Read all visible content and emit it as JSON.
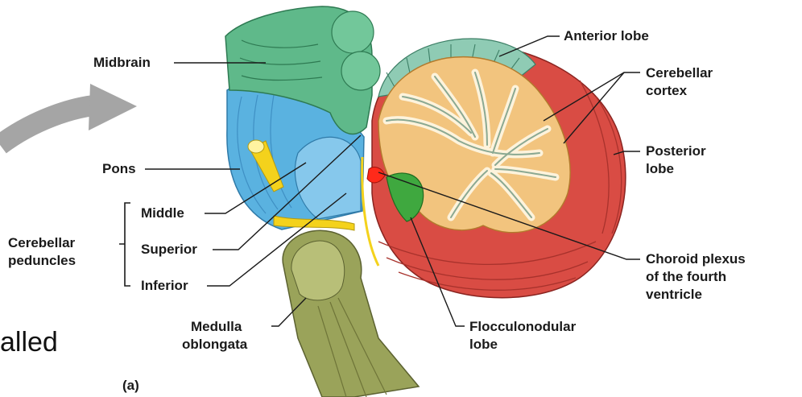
{
  "slide_fragment": "alled",
  "figure_tag": "(a)",
  "labels": {
    "midbrain": "Midbrain",
    "pons": "Pons",
    "middle": "Middle",
    "superior": "Superior",
    "inferior": "Inferior",
    "cerebellar_peduncles": [
      "Cerebellar",
      "peduncles"
    ],
    "medulla_oblongata": [
      "Medulla",
      "oblongata"
    ],
    "anterior_lobe": "Anterior lobe",
    "cerebellar_cortex": [
      "Cerebellar",
      "cortex"
    ],
    "posterior_lobe": [
      "Posterior",
      "lobe"
    ],
    "choroid_plexus": [
      "Choroid plexus",
      "of the fourth",
      "ventricle"
    ],
    "flocculonodular_lobe": [
      "Flocculonodular",
      "lobe"
    ]
  },
  "colors": {
    "midbrain": "#5fb98a",
    "pons": "#5ab2e0",
    "cerebellum_red": "#d94c44",
    "anterior_lobe": "#8fcbb4",
    "arbor_vitae": "#f2c47e",
    "medulla": "#9aa35a",
    "flocculonodular": "#3fa83f",
    "choroid_plexus": "#ff2a1a",
    "peduncle_yellow": "#f4d21c",
    "arrow_gray": "#a5a5a5"
  }
}
